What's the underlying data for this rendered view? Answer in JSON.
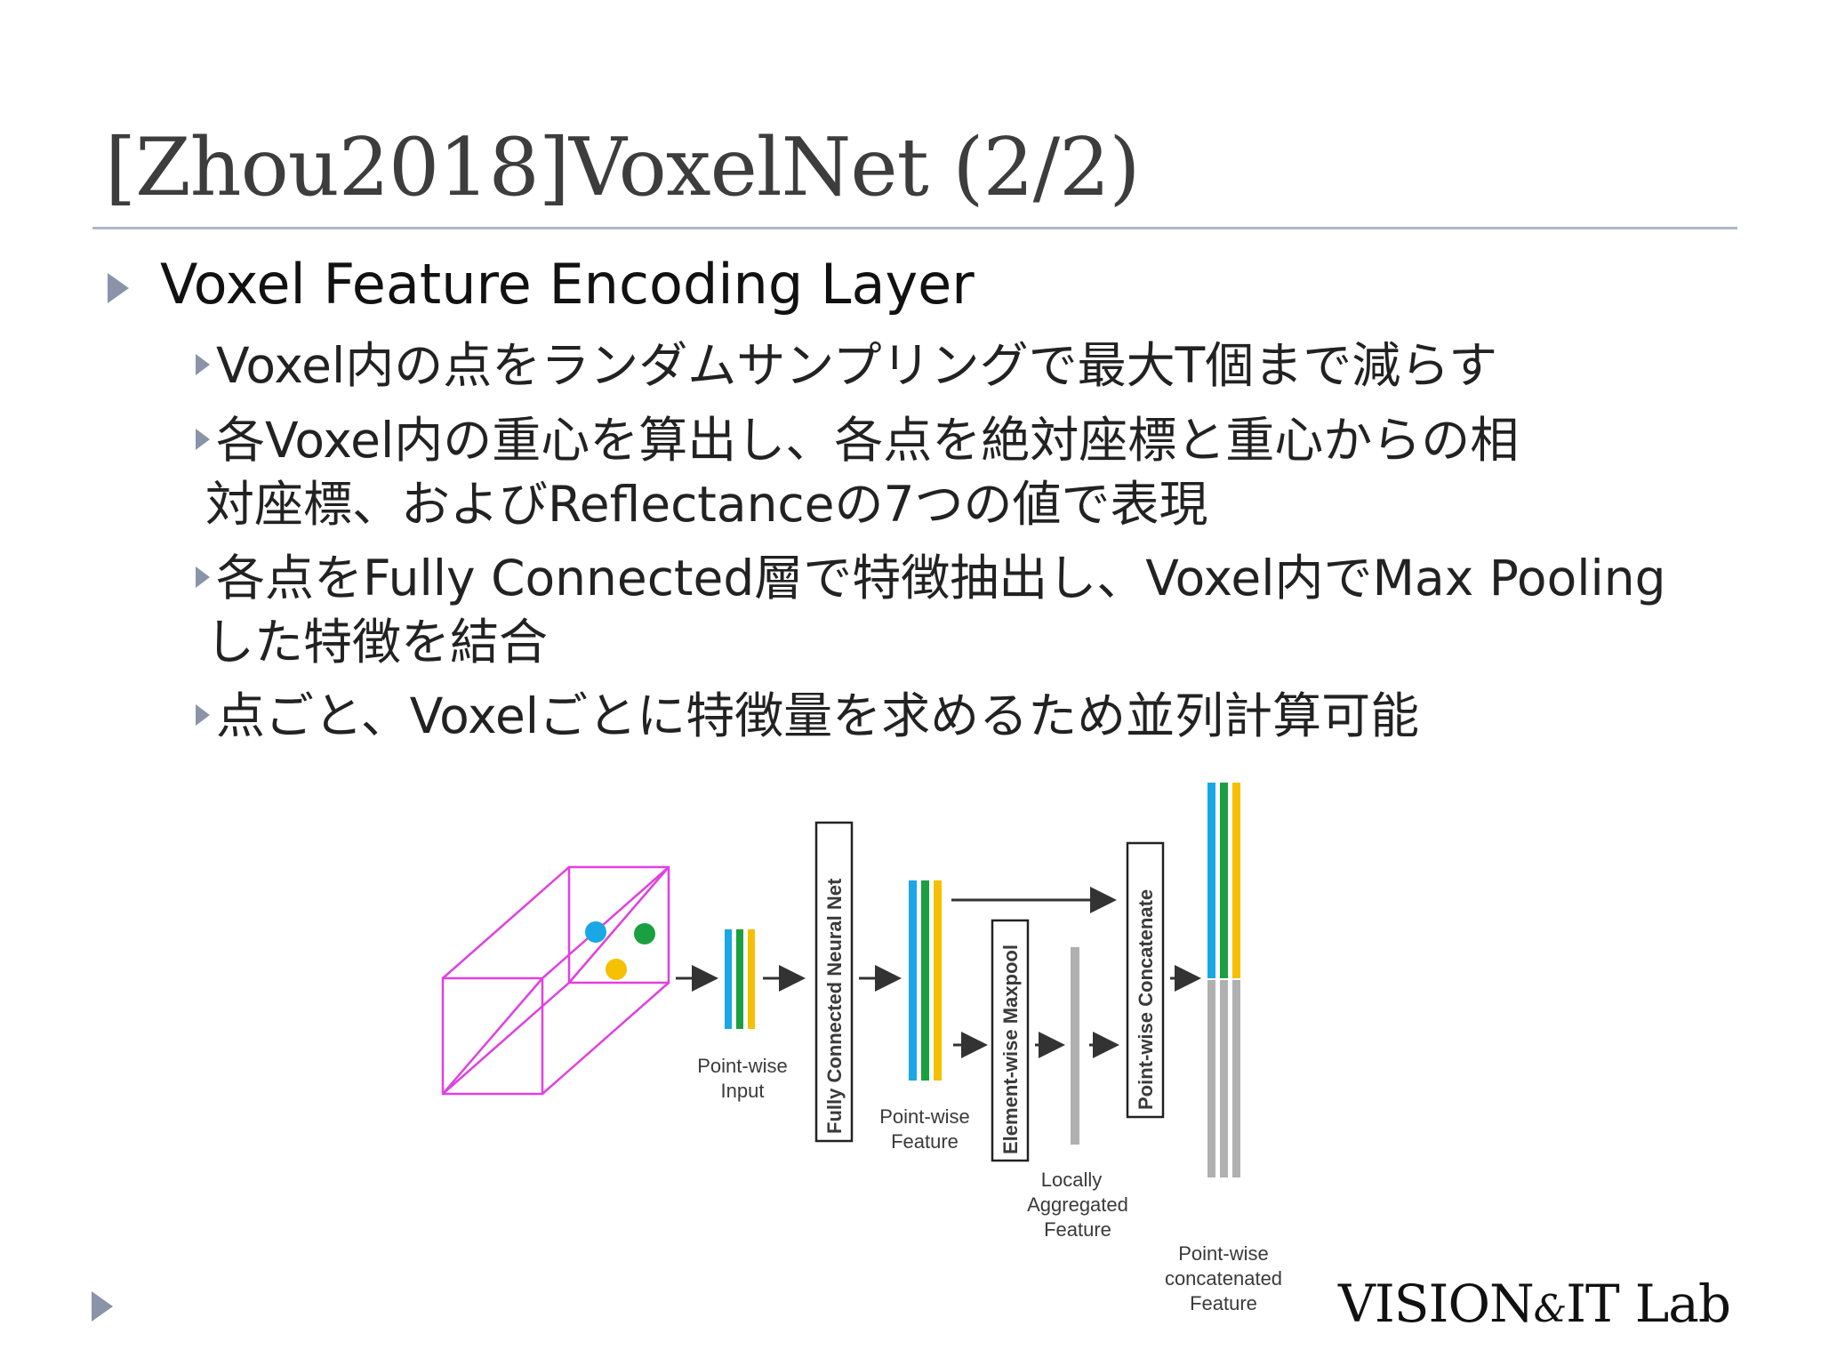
{
  "slide": {
    "title": "[Zhou2018]VoxelNet (2/2)",
    "bullet": "Voxel Feature Encoding Layer",
    "subbullets": [
      {
        "text": "Voxel内の点をランダムサンプリングで最大T個まで減らす"
      },
      {
        "text": "各Voxel内の重心を算出し、各点を絶対座標と重心からの相",
        "cont": "対座標、およびReflectanceの7つの値で表現"
      },
      {
        "text": "各点をFully Connected層で特徴抽出し、Voxel内でMax Pooling",
        "cont": "した特徴を結合"
      },
      {
        "text": "点ごと、Voxelごとに特徴量を求めるため並列計算可能"
      }
    ],
    "logo": {
      "main": "VISION",
      "amp": "&",
      "it": "IT",
      "lab": "Lab"
    }
  },
  "diagram": {
    "labels": {
      "pointwise_input": [
        "Point-wise",
        "Input"
      ],
      "fcn": "Fully Connected Neural Net",
      "pointwise_feature": [
        "Point-wise",
        "Feature"
      ],
      "maxpool": "Element-wise Maxpool",
      "locally_aggregated": [
        "Locally",
        "Aggregated",
        "Feature"
      ],
      "concat": "Point-wise Concatenate",
      "pointwise_concat": [
        "Point-wise",
        "concatenated",
        "Feature"
      ]
    },
    "colors": {
      "blue": "#1aa7e6",
      "green": "#1aa040",
      "yellow": "#f5c000",
      "gray": "#b0b0b0",
      "box": "#e040e0",
      "arrow": "#333333"
    }
  }
}
